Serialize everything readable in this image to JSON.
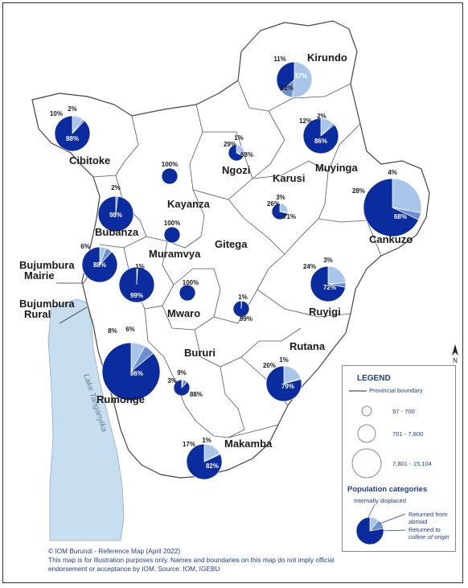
{
  "map": {
    "lake_label": "Lake Tanganyika",
    "provinces": [
      {
        "id": "kirundo",
        "name": "Kirundo"
      },
      {
        "id": "cibitoke",
        "name": "Cibitoke"
      },
      {
        "id": "ngozi",
        "name": "Ngozi"
      },
      {
        "id": "muyinga",
        "name": "Muyinga"
      },
      {
        "id": "karusi",
        "name": "Karusi"
      },
      {
        "id": "kayanza",
        "name": "Kayanza"
      },
      {
        "id": "bubanza",
        "name": "Bubanza"
      },
      {
        "id": "cankuzo",
        "name": "Cankuzo"
      },
      {
        "id": "muramvya",
        "name": "Muramvya"
      },
      {
        "id": "gitega",
        "name": "Gitega"
      },
      {
        "id": "bujumbura_mairie",
        "name": "Bujumbura Mairie"
      },
      {
        "id": "bujumbura_rural",
        "name": "Bujumbura Rural"
      },
      {
        "id": "mwaro",
        "name": "Mwaro"
      },
      {
        "id": "ruyigi",
        "name": "Ruyigi"
      },
      {
        "id": "rutana",
        "name": "Rutana"
      },
      {
        "id": "bururi",
        "name": "Bururi"
      },
      {
        "id": "rumonge",
        "name": "Rumonge"
      },
      {
        "id": "makamba",
        "name": "Makamba"
      }
    ],
    "pies": [
      {
        "id": "kirundo",
        "size_class": 2,
        "values": {
          "idp": 37,
          "abroad": 52,
          "colline": 11
        },
        "labels": [
          "37%",
          "52%",
          "11%"
        ]
      },
      {
        "id": "cibitoke",
        "size_class": 2,
        "values": {
          "idp": 88,
          "abroad": 10,
          "colline": 2
        },
        "labels": [
          "88%",
          "10%",
          "2%"
        ]
      },
      {
        "id": "ngozi",
        "size_class": 1,
        "values": {
          "idp": 68,
          "abroad": 29,
          "colline": 3
        },
        "labels": [
          "68%",
          "29%",
          "1%"
        ]
      },
      {
        "id": "muyinga",
        "size_class": 2,
        "values": {
          "idp": 86,
          "abroad": 12,
          "colline": 2
        },
        "labels": [
          "86%",
          "12%",
          "2%"
        ]
      },
      {
        "id": "karusi",
        "size_class": 1,
        "values": {
          "idp": 71,
          "abroad": 26,
          "colline": 3
        },
        "labels": [
          "71%",
          "26%",
          "3%"
        ]
      },
      {
        "id": "kayanza",
        "size_class": 1,
        "values": {
          "idp": 100,
          "abroad": 0,
          "colline": 0
        },
        "labels": [
          "100%"
        ]
      },
      {
        "id": "bubanza",
        "size_class": 2,
        "values": {
          "idp": 98,
          "abroad": 0,
          "colline": 2
        },
        "labels": [
          "98%",
          "2%"
        ]
      },
      {
        "id": "cankuzo",
        "size_class": 3,
        "values": {
          "idp": 68,
          "abroad": 28,
          "colline": 4
        },
        "labels": [
          "68%",
          "28%",
          "4%"
        ]
      },
      {
        "id": "muramvya",
        "size_class": 1,
        "values": {
          "idp": 100,
          "abroad": 0,
          "colline": 0
        },
        "labels": [
          "100%"
        ]
      },
      {
        "id": "bujumbura_mairie",
        "size_class": 2,
        "values": {
          "idp": 88,
          "abroad": 6,
          "colline": 6
        },
        "labels": [
          "88%",
          "6%"
        ]
      },
      {
        "id": "bujumbura_rural",
        "size_class": 2,
        "values": {
          "idp": 99,
          "abroad": 0,
          "colline": 1
        },
        "labels": [
          "99%",
          "1%"
        ]
      },
      {
        "id": "mwaro",
        "size_class": 1,
        "values": {
          "idp": 100,
          "abroad": 0,
          "colline": 0
        },
        "labels": [
          "100%"
        ]
      },
      {
        "id": "gitega",
        "size_class": 1,
        "values": {
          "idp": 99,
          "abroad": 0,
          "colline": 1
        },
        "labels": [
          "99%",
          "1%"
        ]
      },
      {
        "id": "ruyigi",
        "size_class": 2,
        "values": {
          "idp": 72,
          "abroad": 24,
          "colline": 4
        },
        "labels": [
          "72%",
          "24%",
          "3%"
        ]
      },
      {
        "id": "rutana",
        "size_class": 2,
        "values": {
          "idp": 79,
          "abroad": 20,
          "colline": 1
        },
        "labels": [
          "79%",
          "20%",
          "1%"
        ]
      },
      {
        "id": "bururi",
        "size_class": 1,
        "values": {
          "idp": 88,
          "abroad": 3,
          "colline": 9
        },
        "labels": [
          "88%",
          "3%",
          "9%"
        ]
      },
      {
        "id": "rumonge",
        "size_class": 3,
        "values": {
          "idp": 86,
          "abroad": 8,
          "colline": 6
        },
        "labels": [
          "86%",
          "8%",
          "6%"
        ]
      },
      {
        "id": "makamba",
        "size_class": 2,
        "values": {
          "idp": 82,
          "abroad": 17,
          "colline": 1
        },
        "labels": [
          "82%",
          "17%",
          "1%"
        ]
      }
    ],
    "colors": {
      "idp": "#0b2c9e",
      "abroad": "#a9c5ea",
      "colline": "#6b8fd0",
      "lake": "#c7def0",
      "boundary": "#444444",
      "pie_edge": "#ffffff"
    }
  },
  "legend": {
    "title": "LEGEND",
    "boundary_label": "Provincial boundary",
    "size_classes": [
      "97 - 700",
      "701 - 7,800",
      "7,801 - 15,104"
    ],
    "categories_title": "Population categories",
    "idp_label": "Internally displaced",
    "abroad_label_1": "Returned from",
    "abroad_label_2": "abroad",
    "colline_label_1": "Returned to",
    "colline_label_2": "colline of origin"
  },
  "north_arrow": "N",
  "footer": {
    "line1": "© IOM Burundi - Reference Map (April 2022)",
    "line2": "This map is for illustration purposes only. Names and boundaries on this map do not imply official",
    "line3": "endorsement or acceptance by IOM. Source: IOM, IGEBU"
  }
}
